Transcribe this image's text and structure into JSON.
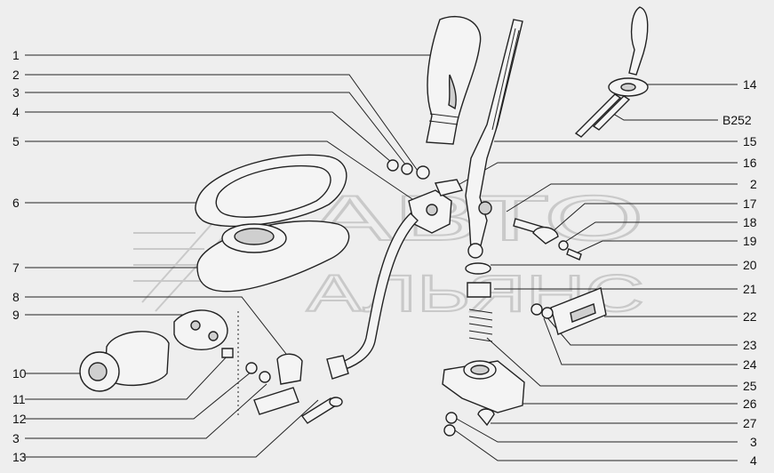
{
  "watermark": {
    "line1": "АВТО",
    "line2": "АЛЬЯНС"
  },
  "callouts_left": [
    "1",
    "2",
    "3",
    "4",
    "5",
    "6",
    "7",
    "8",
    "9",
    "10",
    "11",
    "12",
    "3",
    "13"
  ],
  "callouts_right": [
    "14",
    "B252",
    "15",
    "16",
    "2",
    "17",
    "18",
    "19",
    "20",
    "21",
    "22",
    "23",
    "24",
    "25",
    "26",
    "27",
    "3",
    "4"
  ]
}
